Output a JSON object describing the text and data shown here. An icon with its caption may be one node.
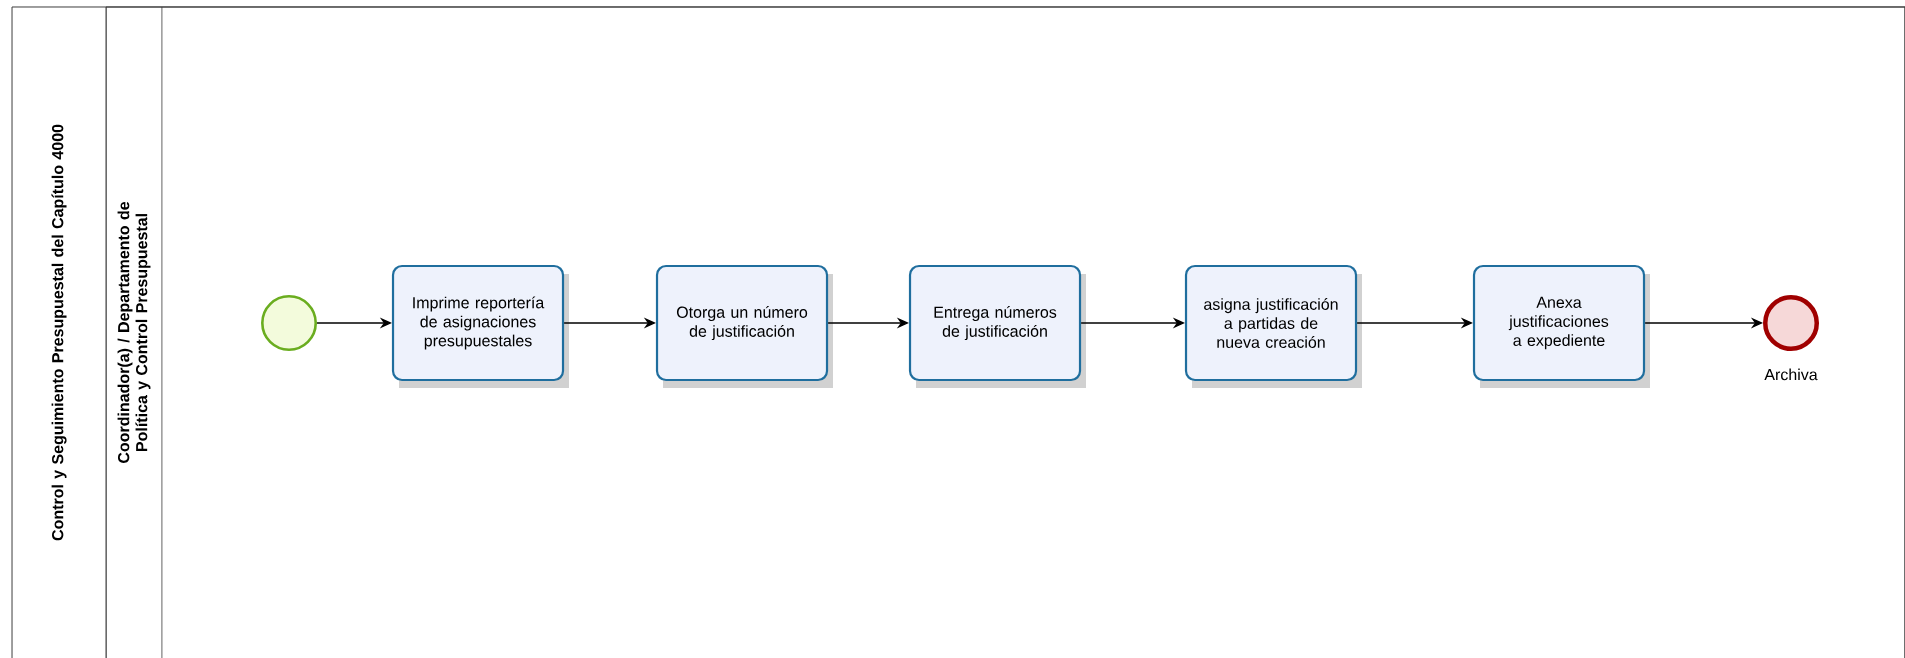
{
  "diagram": {
    "nodes": [
      {
        "text": [
          "Control y Seguimiento Presupuestal del Capítulo 4000"
        ]
      },
      {
        "text": [
          "Coordinador(a) / Departamento de Política y Control Presupuestal"
        ],
        "in": 0
      },
      {
        "text": [],
        "shape": "circle",
        "in": 1
      },
      {
        "text": [
          "Imprime reportería de asignaciones presupuestales"
        ],
        "in": 1
      },
      {
        "text": [
          "Otorga un número de justificación"
        ],
        "in": 1
      },
      {
        "text": [
          "Entrega números de justificación"
        ],
        "in": 1
      },
      {
        "text": [
          "asigna justificación a partidas de nueva creación"
        ],
        "in": 1
      },
      {
        "text": [
          "Anexa justificaciones a expediente"
        ],
        "in": 1
      },
      {
        "text": [],
        "shape": "circle",
        "in": 1,
        "beside": [
          "Archiva"
        ]
      }
    ],
    "edges": [
      {
        "from": 2,
        "to": 3,
        "arrow": "to"
      },
      {
        "from": 3,
        "to": 4,
        "arrow": "to"
      },
      {
        "from": 4,
        "to": 5,
        "arrow": "to"
      },
      {
        "from": 5,
        "to": 6,
        "arrow": "to"
      },
      {
        "from": 6,
        "to": 7,
        "arrow": "to"
      },
      {
        "from": 7,
        "to": 8,
        "arrow": "to"
      }
    ]
  }
}
